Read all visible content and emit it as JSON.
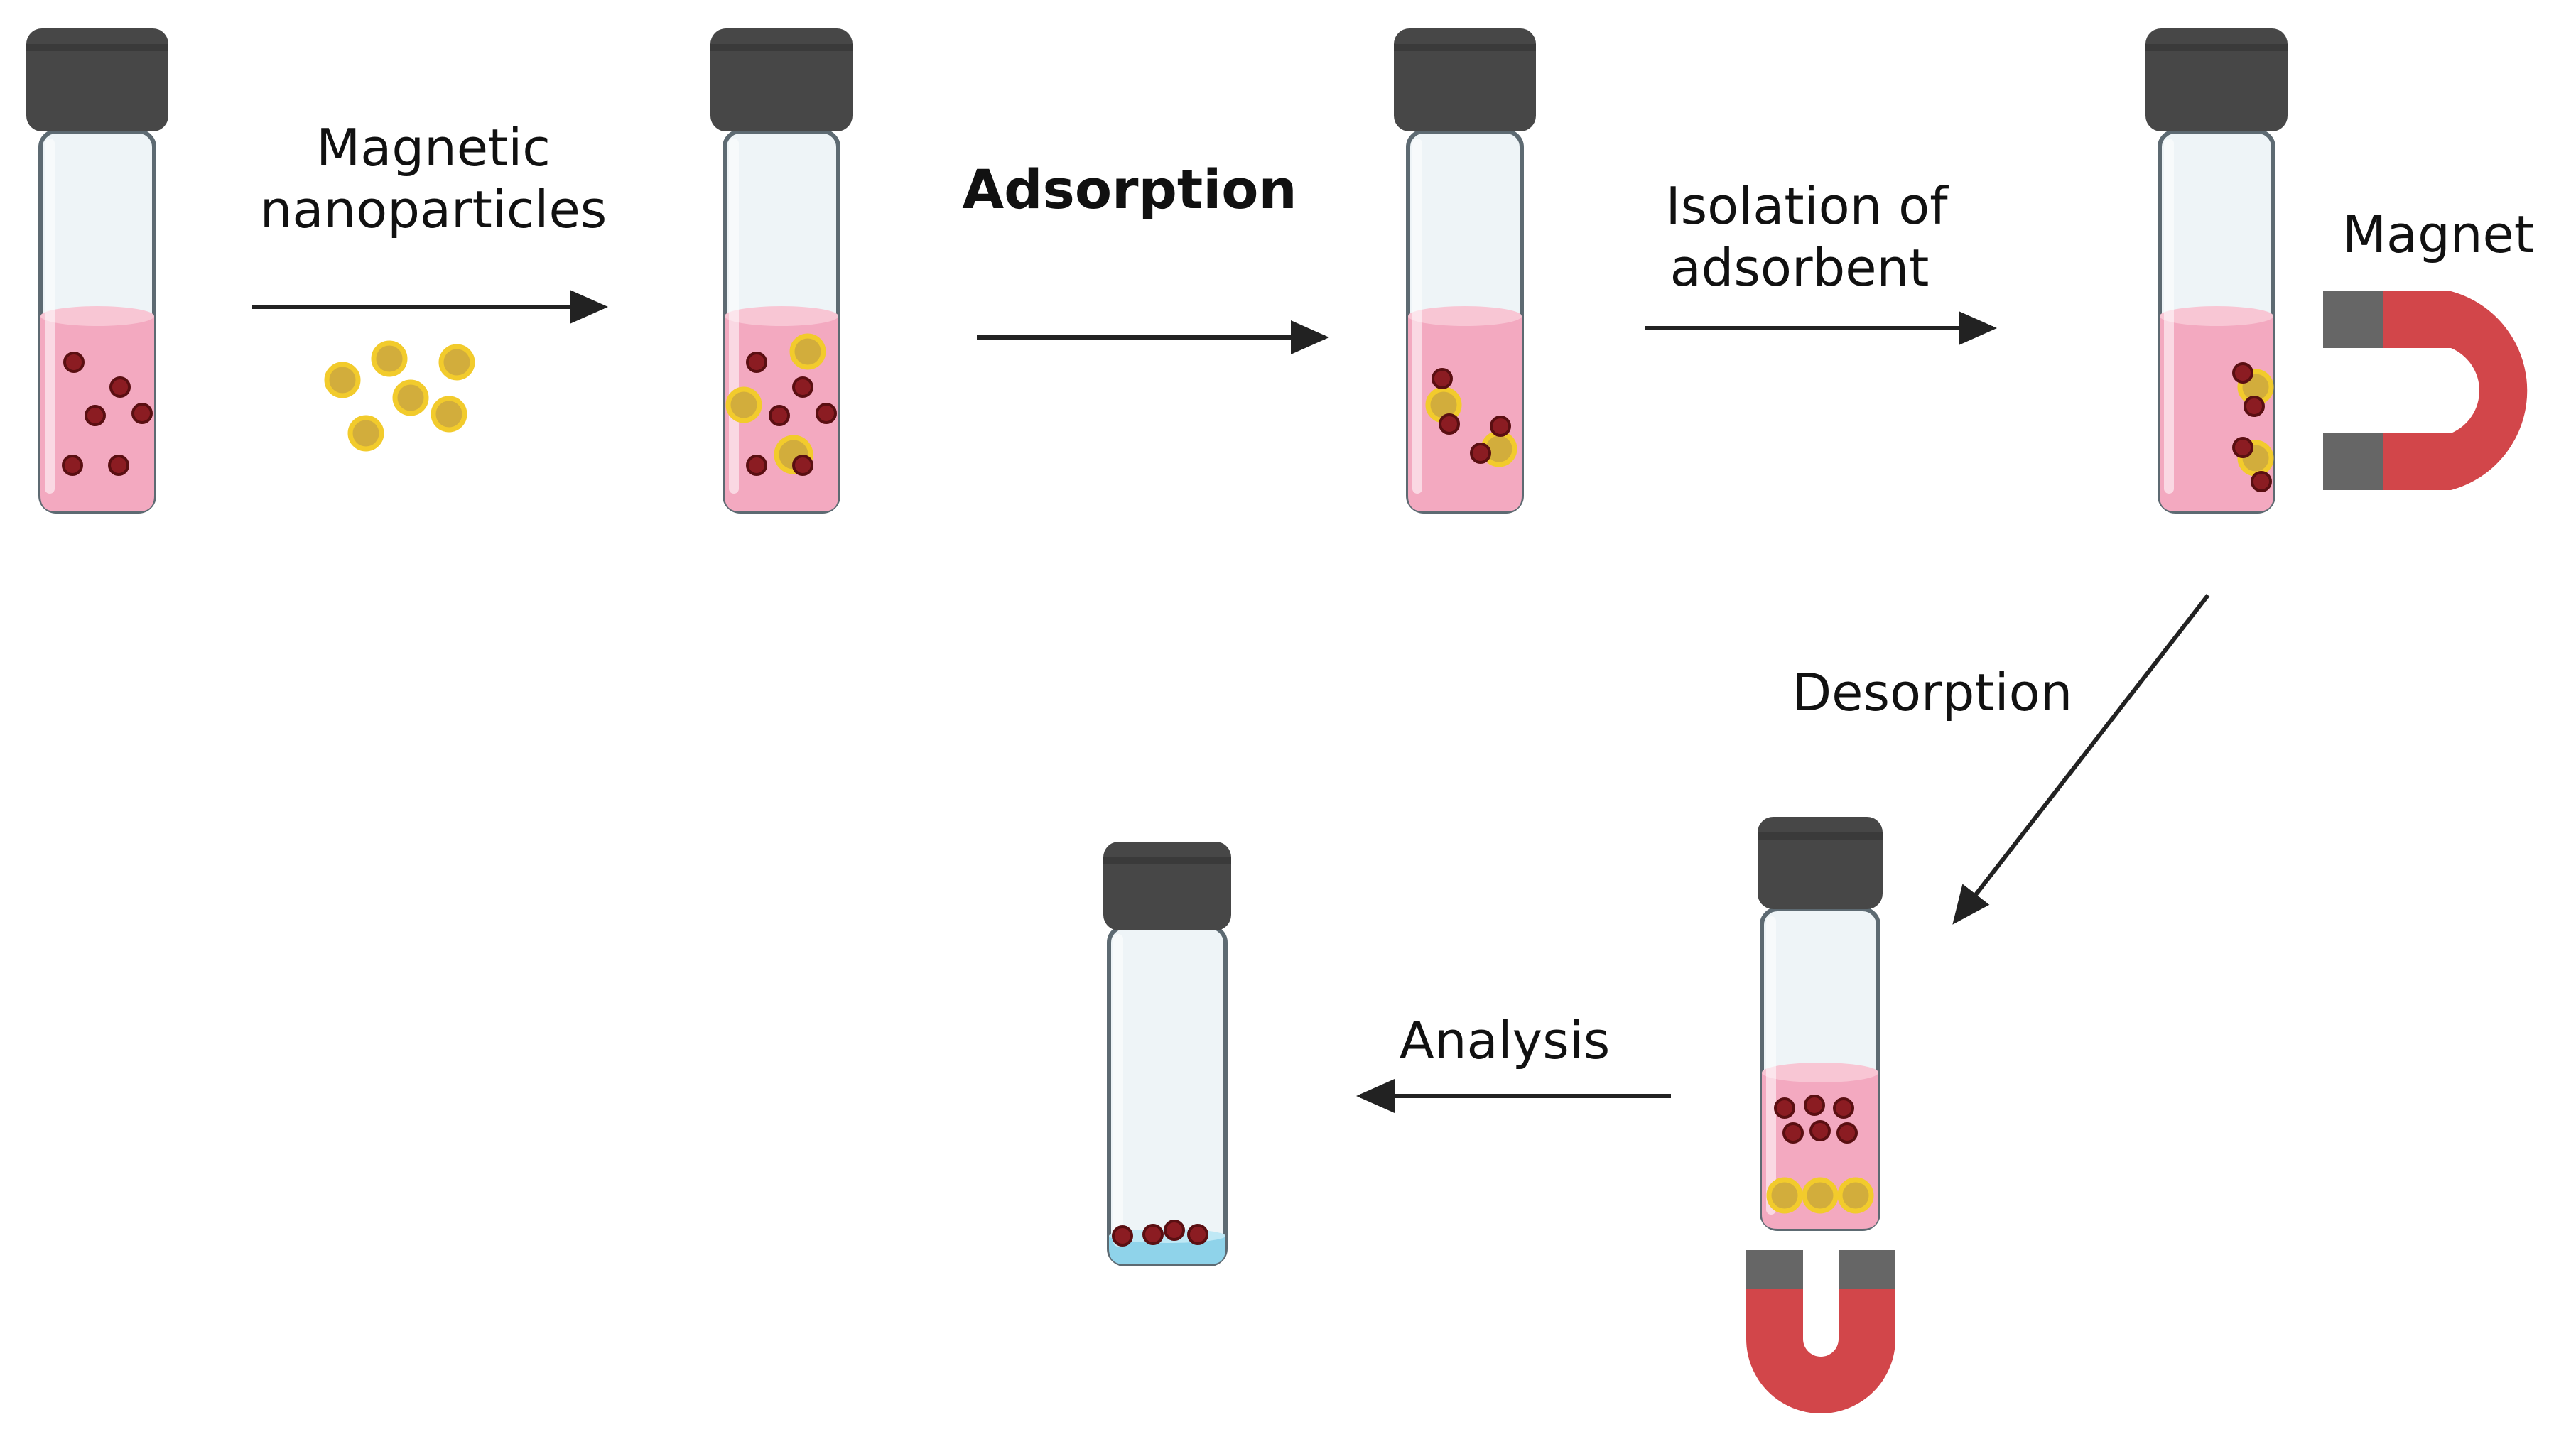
{
  "labels": {
    "magnetic_nanoparticles_line1": "Magnetic",
    "magnetic_nanoparticles_line2": "nanoparticles",
    "adsorption": "Adsorption",
    "isolation_line1": "Isolation of",
    "isolation_line2": "adsorbent",
    "magnet": "Magnet",
    "desorption": "Desorption",
    "analysis": "Analysis"
  },
  "colors": {
    "cap": "#474747",
    "liquid": "#f3a9c0",
    "liquid_top": "#f8c6d4",
    "analyte": "#8b1c22",
    "nanoparticle": "#d2ad3c",
    "nanoparticle_edge": "#f2cb2c",
    "magnet_body": "#d2464a",
    "magnet_pole": "#666666",
    "eluent": "#8fd3ea",
    "arrow": "#222222"
  },
  "icons": [
    "vial-icon",
    "nanoparticle-icon",
    "analyte-icon",
    "magnet-icon",
    "arrow-icon"
  ]
}
